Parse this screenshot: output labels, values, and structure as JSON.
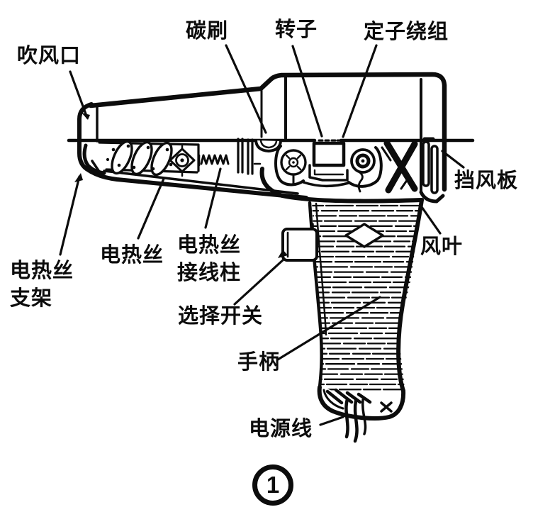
{
  "diagram": {
    "subject": "hair-dryer-cutaway",
    "labels": {
      "air_outlet": "吹风口",
      "carbon_brush": "碳刷",
      "rotor": "转子",
      "stator_winding": "定子绕组",
      "wind_baffle": "挡风板",
      "fan_blade": "风叶",
      "heating_wire": "电热丝",
      "heating_wire_bracket": {
        "line1": "电热丝",
        "line2": "支架"
      },
      "heating_wire_terminal": {
        "line1": "电热丝",
        "line2": "接线柱"
      },
      "selector_switch": "选择开关",
      "handle": "手柄",
      "power_cord": "电源线"
    },
    "figure_number": "1",
    "colors": {
      "ink": "#0c0c0c",
      "background": "#ffffff"
    }
  }
}
